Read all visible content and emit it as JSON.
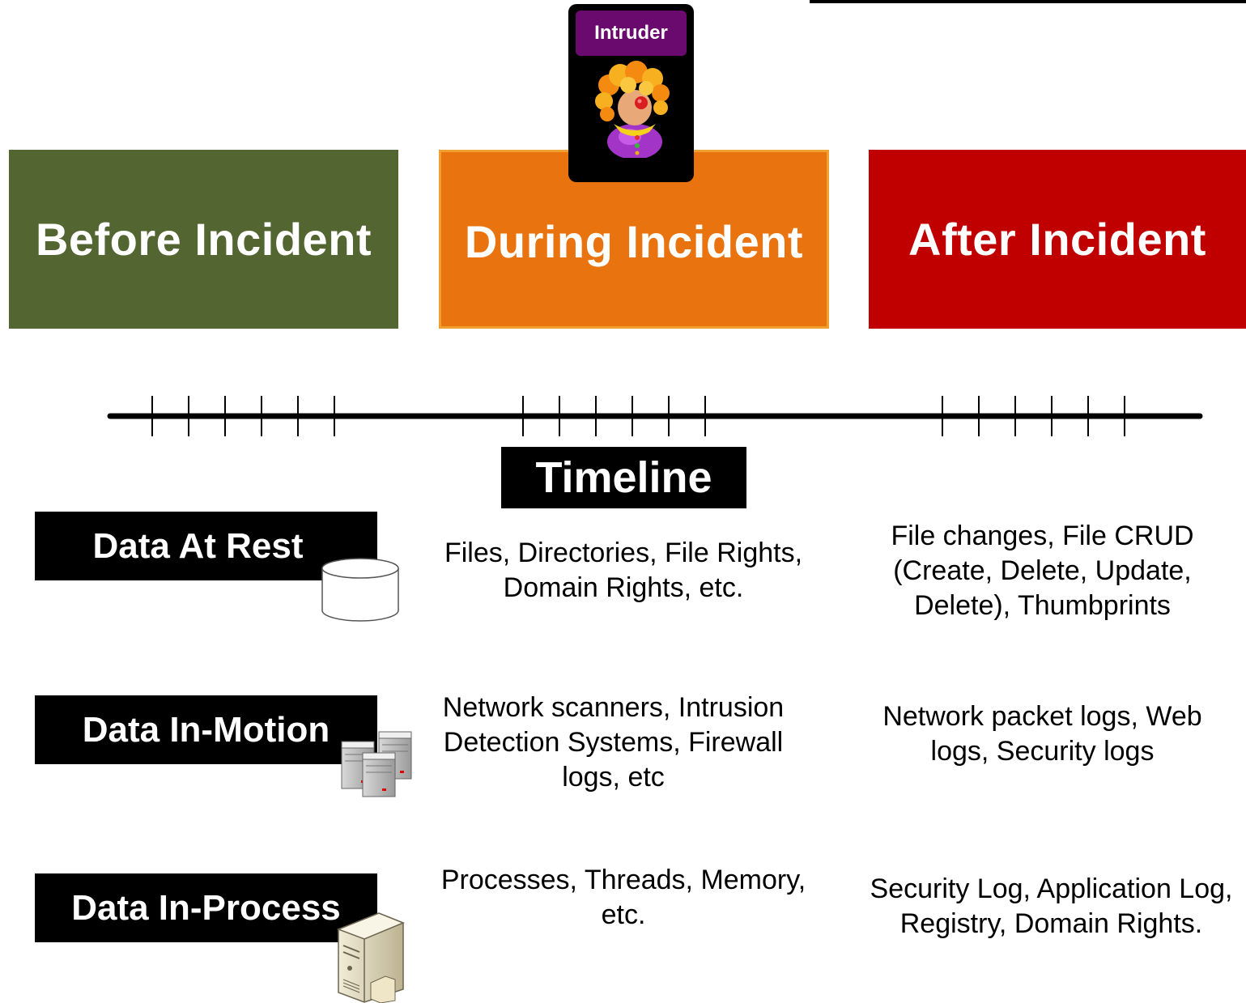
{
  "phases": {
    "before": {
      "label": "Before Incident",
      "color": "#536631"
    },
    "during": {
      "label": "During Incident",
      "color": "#e8730f"
    },
    "after": {
      "label": "After Incident",
      "color": "#c00000"
    }
  },
  "intruder": {
    "label": "Intruder",
    "icon": "clown-icon"
  },
  "timeline": {
    "label": "Timeline"
  },
  "rows": [
    {
      "label": "Data At Rest",
      "icon": "database-icon",
      "during": [
        "Files, Directories, File Rights,",
        "Domain Rights, etc."
      ],
      "after": [
        "File changes, File CRUD",
        "(Create, Delete, Update,",
        "Delete), Thumbprints"
      ]
    },
    {
      "label": "Data In-Motion",
      "icon": "servers-icon",
      "during": [
        "Network scanners, Intrusion",
        "Detection Systems, Firewall",
        "logs, etc"
      ],
      "after": [
        "Network packet logs, Web",
        "logs, Security logs"
      ]
    },
    {
      "label": "Data In-Process",
      "icon": "computer-tower-icon",
      "during": [
        "Processes, Threads, Memory,",
        "etc."
      ],
      "after": [
        "Security Log, Application Log,",
        "Registry, Domain Rights."
      ]
    }
  ]
}
